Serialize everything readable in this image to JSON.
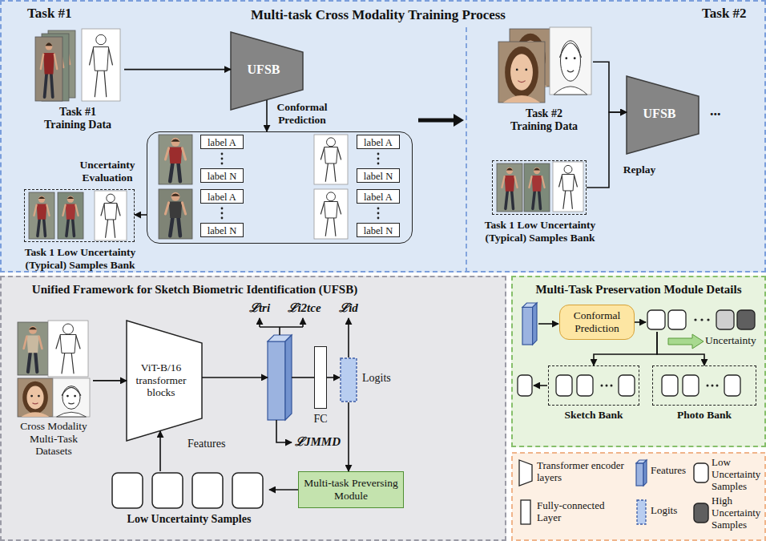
{
  "diagram": {
    "nodes": [
      {
        "text": [
          "Multi-task Cross Modality Training Process"
        ]
      },
      {
        "text": [
          "Task #1"
        ],
        "in": 0
      },
      {
        "text": [
          "Task #2"
        ],
        "in": 0
      },
      {
        "text": [
          "Task #1 Training Data"
        ],
        "in": 1
      },
      {
        "text": [
          "UFSB"
        ],
        "in": 1
      },
      {
        "text": [],
        "in": 1
      },
      {
        "text": [
          "label A"
        ],
        "in": 5
      },
      {
        "text": [
          "label A"
        ],
        "in": 5
      },
      {
        "text": [
          "label N"
        ],
        "in": 5
      },
      {
        "text": [
          "label N"
        ],
        "in": 5
      },
      {
        "text": [
          "label A"
        ],
        "in": 5
      },
      {
        "text": [
          "label A"
        ],
        "in": 5
      },
      {
        "text": [
          "label N"
        ],
        "in": 5
      },
      {
        "text": [
          "label N"
        ],
        "in": 5
      },
      {
        "text": [
          "Task 1 Low Uncertainty (Typical) Samples Bank"
        ],
        "in": 1
      },
      {
        "text": [
          "Task #2 Training Data"
        ],
        "in": 2
      },
      {
        "text": [
          "UFSB"
        ],
        "in": 2
      },
      {
        "text": [
          "Task 1 Low Uncertainty (Typical) Samples Bank"
        ],
        "in": 2
      },
      {
        "text": [
          "Unified Framework for Sketch Biometric Identification (UFSB)"
        ]
      },
      {
        "text": [
          "Cross Modality Multi-Task Datasets"
        ],
        "in": 18
      },
      {
        "text": [
          "ViT-B/16 transformer blocks"
        ],
        "in": 18
      },
      {
        "text": [],
        "in": 18
      },
      {
        "text": [
          "FC"
        ],
        "in": 18
      },
      {
        "text": [
          "Logits"
        ],
        "in": 18
      },
      {
        "text": [
          "Multi-task Preversing Module"
        ],
        "in": 18
      },
      {
        "text": [
          "Low Uncertainty Samples"
        ],
        "in": 18
      },
      {
        "text": [
          "Multi-Task Preservation Module Details"
        ]
      },
      {
        "text": [
          "Conformal Prediction"
        ],
        "in": 26
      },
      {
        "text": [],
        "in": 26
      },
      {
        "text": [
          "Sketch Bank"
        ],
        "in": 26
      },
      {
        "text": [
          "Photo Bank"
        ],
        "in": 26
      }
    ],
    "edges": [
      {
        "from": 3,
        "to": 4,
        "arrow": "to"
      },
      {
        "from": 4,
        "to": 5,
        "label": "Conformal Prediction",
        "arrow": "to"
      },
      {
        "from": 5,
        "to": 14,
        "label": "Uncertainty Evaluation",
        "arrow": "to"
      },
      {
        "from": 15,
        "to": 16,
        "arrow": "to"
      },
      {
        "from": 17,
        "to": 16,
        "label": "Replay",
        "arrow": "to"
      },
      {
        "from": 19,
        "to": 20,
        "arrow": "to"
      },
      {
        "from": 20,
        "to": 21,
        "arrow": "to"
      },
      {
        "from": 21,
        "to": 22,
        "arrow": "none"
      },
      {
        "from": 22,
        "to": 23,
        "arrow": "to"
      },
      {
        "from": 23,
        "to": 24,
        "arrow": "to"
      },
      {
        "from": 24,
        "to": 25,
        "arrow": "to"
      },
      {
        "from": 25,
        "to": 20,
        "arrow": "to"
      },
      {
        "from": 27,
        "to": 28,
        "arrow": "to"
      },
      {
        "from": 28,
        "to": 29,
        "arrow": "to"
      },
      {
        "from": 28,
        "to": 30,
        "arrow": "to"
      }
    ],
    "labels": [
      "...",
      "ℒtri",
      "ℒi2tce",
      "ℒid",
      "Features",
      "ℒJMMD",
      "Uncertainty"
    ],
    "legend": [
      {
        "text": "Transformer encoder layers"
      },
      {
        "text": "Features"
      },
      {
        "text": "Low Uncertainty Samples"
      },
      {
        "text": "Fully-connected Layer"
      },
      {
        "text": "Logits"
      },
      {
        "text": "High Uncertainty Samples"
      }
    ]
  }
}
